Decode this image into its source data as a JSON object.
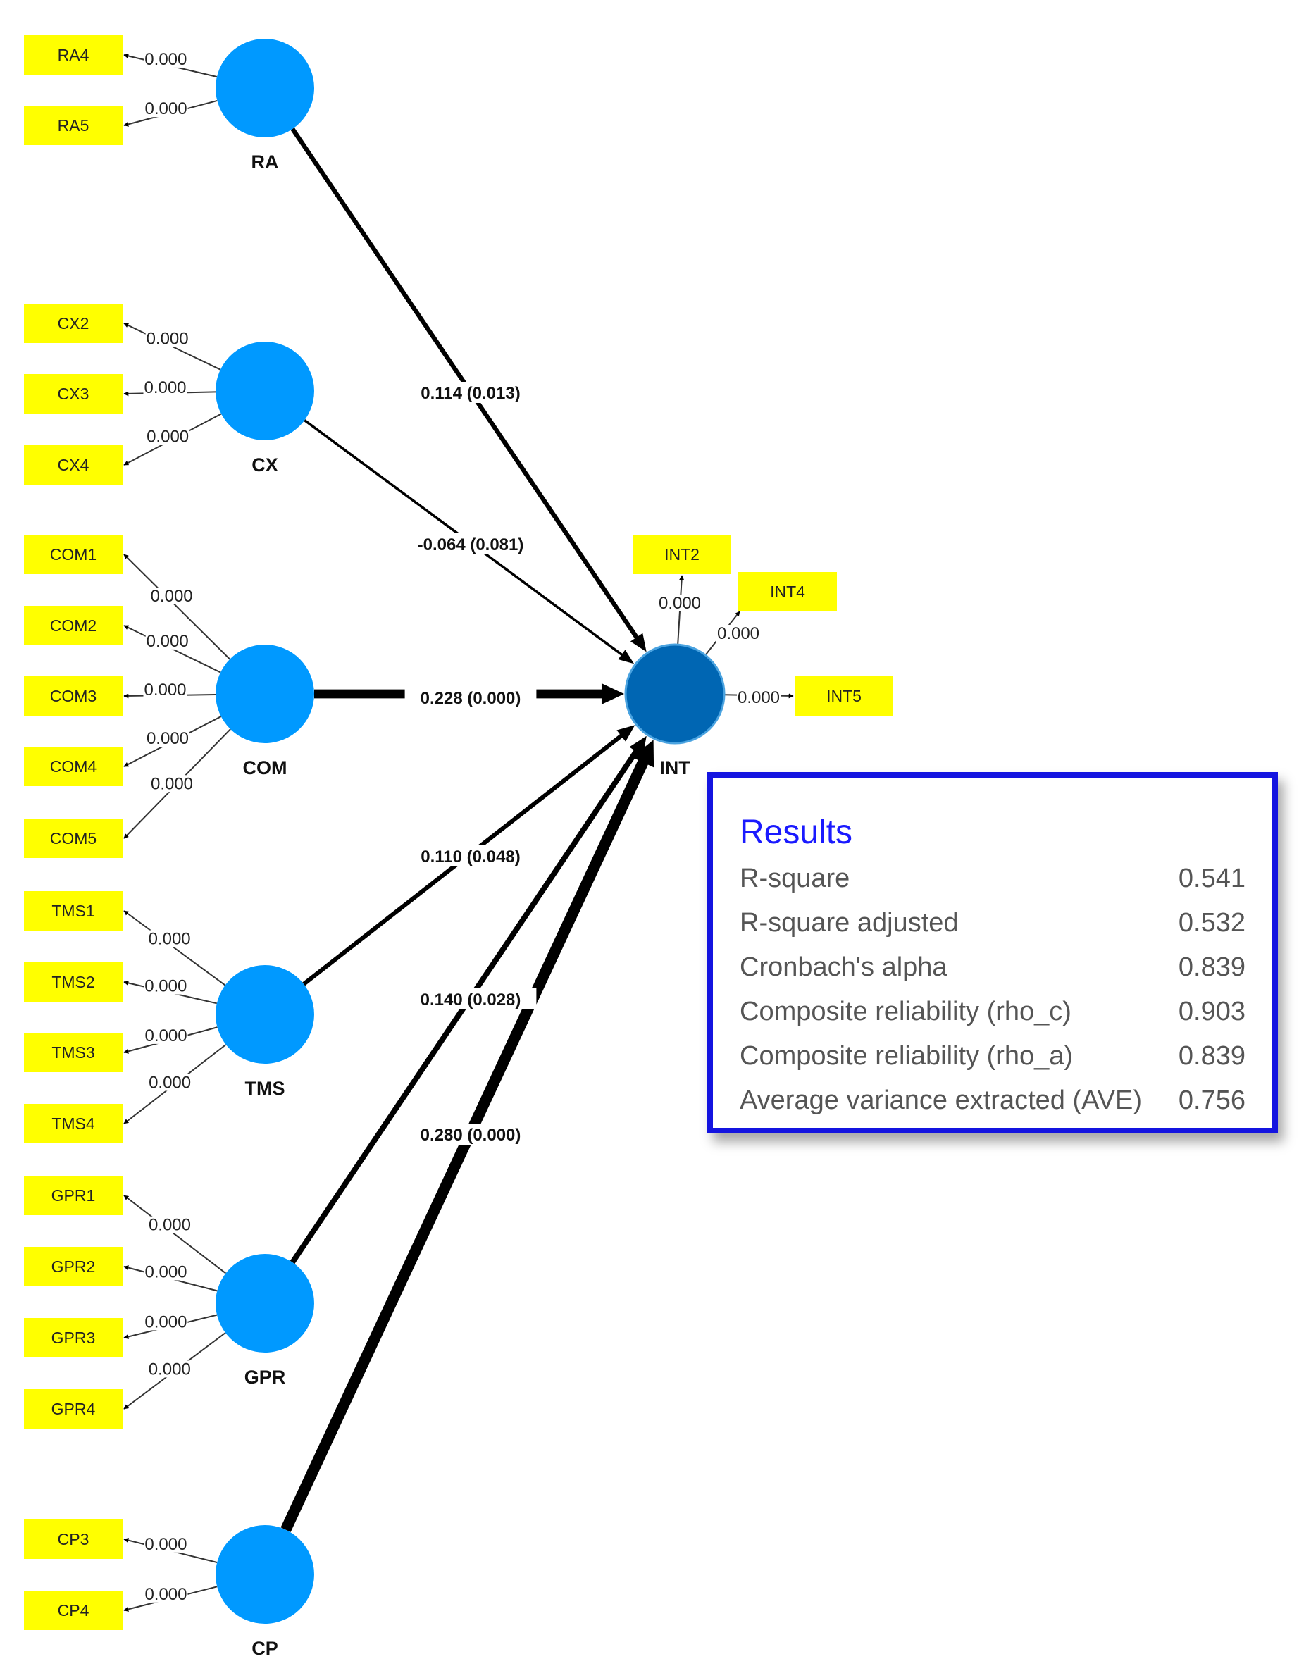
{
  "latents": [
    {
      "id": "RA",
      "label": "RA",
      "indicators": [
        {
          "label": "RA4",
          "loading": "0.000"
        },
        {
          "label": "RA5",
          "loading": "0.000"
        }
      ]
    },
    {
      "id": "CX",
      "label": "CX",
      "indicators": [
        {
          "label": "CX2",
          "loading": "0.000"
        },
        {
          "label": "CX3",
          "loading": "0.000"
        },
        {
          "label": "CX4",
          "loading": "0.000"
        }
      ]
    },
    {
      "id": "COM",
      "label": "COM",
      "indicators": [
        {
          "label": "COM1",
          "loading": "0.000"
        },
        {
          "label": "COM2",
          "loading": "0.000"
        },
        {
          "label": "COM3",
          "loading": "0.000"
        },
        {
          "label": "COM4",
          "loading": "0.000"
        },
        {
          "label": "COM5",
          "loading": "0.000"
        }
      ]
    },
    {
      "id": "TMS",
      "label": "TMS",
      "indicators": [
        {
          "label": "TMS1",
          "loading": "0.000"
        },
        {
          "label": "TMS2",
          "loading": "0.000"
        },
        {
          "label": "TMS3",
          "loading": "0.000"
        },
        {
          "label": "TMS4",
          "loading": "0.000"
        }
      ]
    },
    {
      "id": "GPR",
      "label": "GPR",
      "indicators": [
        {
          "label": "GPR1",
          "loading": "0.000"
        },
        {
          "label": "GPR2",
          "loading": "0.000"
        },
        {
          "label": "GPR3",
          "loading": "0.000"
        },
        {
          "label": "GPR4",
          "loading": "0.000"
        }
      ]
    },
    {
      "id": "CP",
      "label": "CP",
      "indicators": [
        {
          "label": "CP3",
          "loading": "0.000"
        },
        {
          "label": "CP4",
          "loading": "0.000"
        }
      ]
    }
  ],
  "target": {
    "id": "INT",
    "label": "INT",
    "indicators": [
      {
        "label": "INT2",
        "loading": "0.000"
      },
      {
        "label": "INT4",
        "loading": "0.000"
      },
      {
        "label": "INT5",
        "loading": "0.000"
      }
    ]
  },
  "paths": [
    {
      "from": "RA",
      "label": "0.114 (0.013)",
      "coef": 0.114
    },
    {
      "from": "CX",
      "label": "-0.064 (0.081)",
      "coef": -0.064
    },
    {
      "from": "COM",
      "label": "0.228 (0.000)",
      "coef": 0.228
    },
    {
      "from": "TMS",
      "label": "0.110 (0.048)",
      "coef": 0.11
    },
    {
      "from": "GPR",
      "label": "0.140 (0.028)",
      "coef": 0.14
    },
    {
      "from": "CP",
      "label": "0.280 (0.000)",
      "coef": 0.28
    }
  ],
  "colors": {
    "latent": "#0099ff",
    "target": "#0066b3",
    "indicator": "#ffff00",
    "results_border": "#1414e0",
    "results_title": "#1a1aff"
  },
  "results": {
    "title": "Results",
    "rows": [
      {
        "label": "R-square",
        "value": "0.541"
      },
      {
        "label": "R-square adjusted",
        "value": "0.532"
      },
      {
        "label": "Cronbach's alpha",
        "value": "0.839"
      },
      {
        "label": "Composite reliability (rho_c)",
        "value": "0.903"
      },
      {
        "label": "Composite reliability (rho_a)",
        "value": "0.839"
      },
      {
        "label": "Average variance extracted (AVE)",
        "value": "0.756"
      }
    ]
  }
}
